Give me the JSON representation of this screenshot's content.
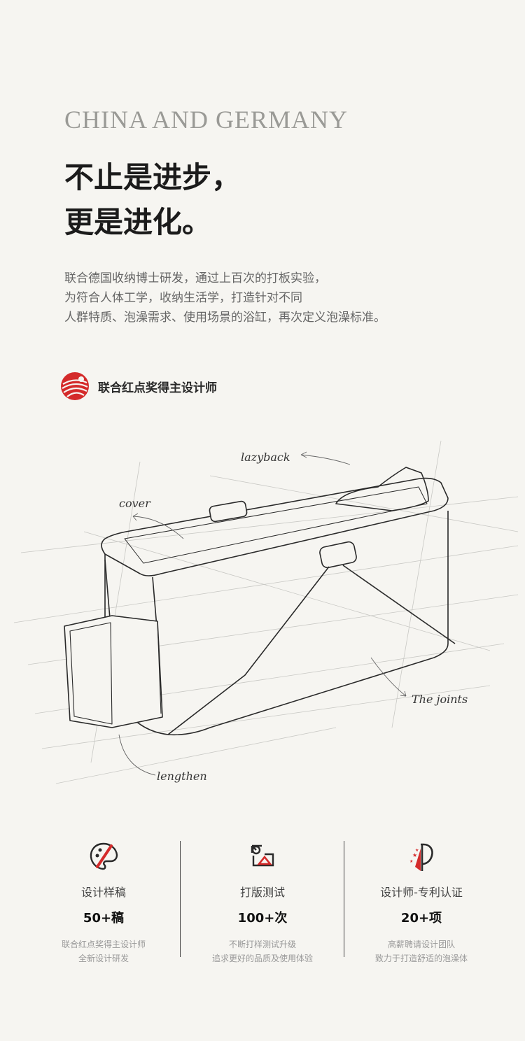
{
  "eyebrow": "CHINA AND GERMANY",
  "headline": {
    "line1": "不止是进步，",
    "line2": "更是进化。"
  },
  "description": {
    "line1": "联合德国收纳博士研发，通过上百次的打板实验，",
    "line2": "为符合人体工学，收纳生活学，打造针对不同",
    "line3": "人群特质、泡澡需求、使用场景的浴缸，再次定义泡澡标准。"
  },
  "award": {
    "text": "联合红点奖得主设计师",
    "icon": "red-dot-award-icon",
    "color": "#d42a2a"
  },
  "sketch": {
    "labels": {
      "lazyback": "lazyback",
      "cover": "cover",
      "joints": "The joints",
      "lengthen": "lengthen"
    }
  },
  "stats": [
    {
      "icon": "design-palette-icon",
      "label": "设计样稿",
      "value": "50+稿",
      "sub1": "联合红点奖得主设计师",
      "sub2": "全新设计研发"
    },
    {
      "icon": "prototype-shapes-icon",
      "label": "打版测试",
      "value": "100+次",
      "sub1": "不断打样测试升级",
      "sub2": "追求更好的品质及使用体验"
    },
    {
      "icon": "patent-certified-icon",
      "label": "设计师-专利认证",
      "value": "20+项",
      "sub1": "高薪聘请设计团队",
      "sub2": "致力于打造舒适的泡澡体"
    }
  ],
  "colors": {
    "accent": "#d42a2a",
    "background": "#f6f5f1"
  }
}
